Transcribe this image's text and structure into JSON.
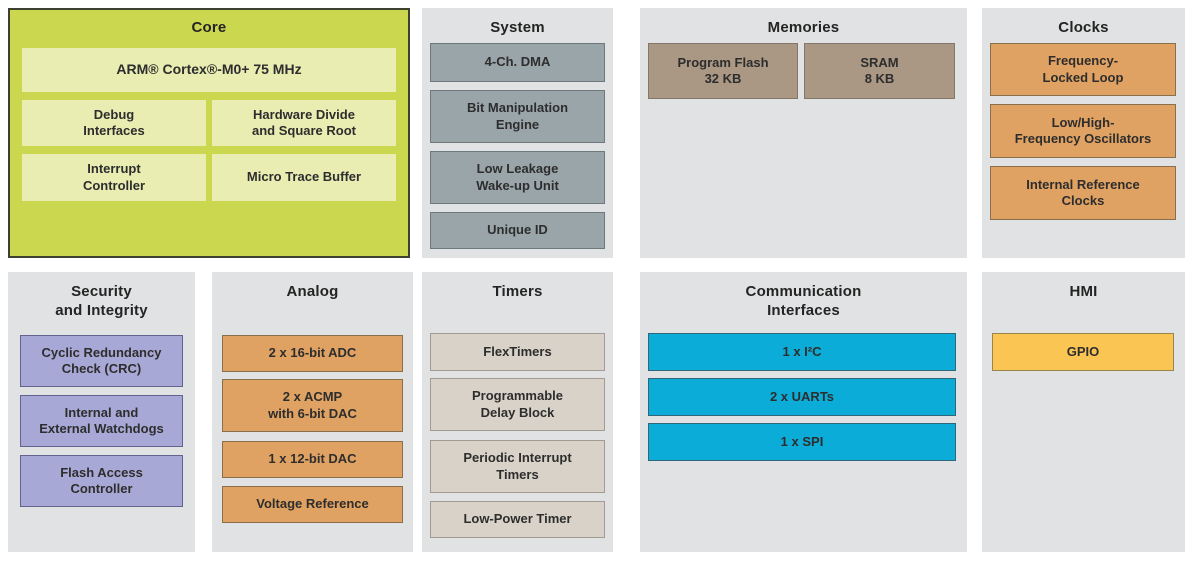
{
  "colors": {
    "page_bg": "#ffffff",
    "panel_bg": "#e1e2e3",
    "core_panel_bg": "#ccd750",
    "core_block_bg": "#e9edb2",
    "system_block_bg": "#9aa5aa",
    "memory_block_bg": "#ab9884",
    "orange_block_bg": "#e0a263",
    "security_block_bg": "#a8a8d6",
    "timer_block_bg": "#d9d2c8",
    "comm_block_bg": "#0cacd8",
    "hmi_block_bg": "#fbc553"
  },
  "sections": {
    "core": {
      "title": "Core",
      "blocks": [
        "ARM® Cortex®-M0+ 75 MHz",
        "Debug\nInterfaces",
        "Hardware Divide\nand Square Root",
        "Interrupt\nController",
        "Micro Trace Buffer"
      ]
    },
    "system": {
      "title": "System",
      "blocks": [
        "4-Ch. DMA",
        "Bit Manipulation\nEngine",
        "Low Leakage\nWake-up Unit",
        "Unique ID"
      ]
    },
    "memories": {
      "title": "Memories",
      "blocks": [
        "Program Flash\n32 KB",
        "SRAM\n8 KB"
      ]
    },
    "clocks": {
      "title": "Clocks",
      "blocks": [
        "Frequency-\nLocked Loop",
        "Low/High-\nFrequency Oscillators",
        "Internal Reference\nClocks"
      ]
    },
    "security": {
      "title": "Security\nand Integrity",
      "blocks": [
        "Cyclic Redundancy\nCheck (CRC)",
        "Internal and\nExternal Watchdogs",
        "Flash Access\nController"
      ]
    },
    "analog": {
      "title": "Analog",
      "blocks": [
        "2 x 16-bit ADC",
        "2 x ACMP\nwith 6-bit DAC",
        "1 x 12-bit DAC",
        "Voltage Reference"
      ]
    },
    "timers": {
      "title": "Timers",
      "blocks": [
        "FlexTimers",
        "Programmable\nDelay Block",
        "Periodic Interrupt\nTimers",
        "Low-Power Timer"
      ]
    },
    "comm": {
      "title": "Communication\nInterfaces",
      "blocks": [
        "1 x I²C",
        "2 x UARTs",
        "1 x SPI"
      ]
    },
    "hmi": {
      "title": "HMI",
      "blocks": [
        "GPIO"
      ]
    }
  }
}
